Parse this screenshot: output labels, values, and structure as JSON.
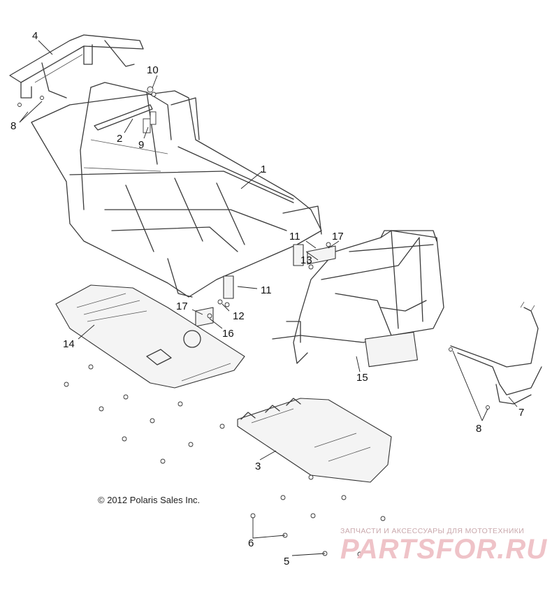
{
  "callouts": {
    "c1": "1",
    "c2": "2",
    "c3": "3",
    "c4": "4",
    "c5": "5",
    "c6": "6",
    "c7": "7",
    "c8a": "8",
    "c8b": "8",
    "c9": "9",
    "c10": "10",
    "c11a": "11",
    "c11b": "11",
    "c12": "12",
    "c13": "13",
    "c14": "14",
    "c15": "15",
    "c16": "16",
    "c17a": "17",
    "c17b": "17"
  },
  "copyright": "© 2012 Polaris Sales Inc.",
  "watermark": {
    "tagline": "ЗАПЧАСТИ И АКСЕССУАРЫ ДЛЯ МОТОТЕХНИКИ",
    "logo_text": "PARTSFOR.RU"
  }
}
